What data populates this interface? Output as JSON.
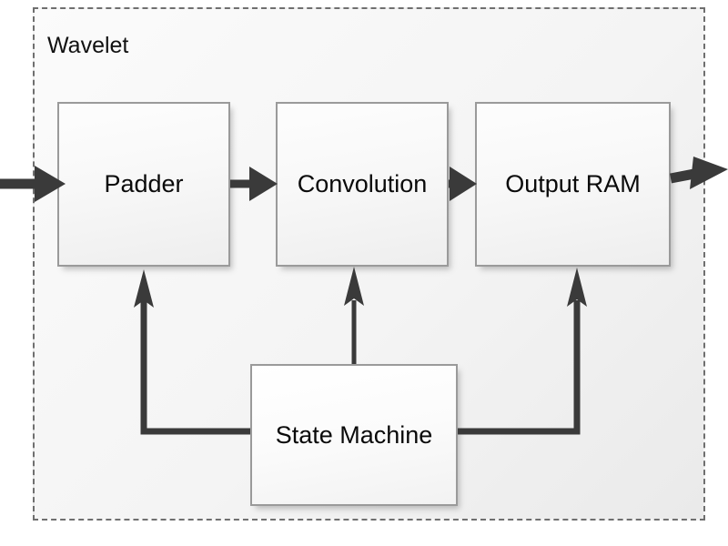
{
  "diagram": {
    "title": "Wavelet",
    "type": "block-diagram",
    "container": {
      "label": "Wavelet",
      "border_style": "dashed",
      "border_color": "#6f6f6f",
      "fill_color": "#f4f4f4"
    },
    "blocks": [
      {
        "id": "padder",
        "label": "Padder",
        "row": "datapath"
      },
      {
        "id": "convolution",
        "label": "Convolution",
        "row": "datapath"
      },
      {
        "id": "output_ram",
        "label": "Output RAM",
        "row": "datapath"
      },
      {
        "id": "state_machine",
        "label": "State Machine",
        "row": "control"
      }
    ],
    "connections": [
      {
        "from": "external-input",
        "to": "padder",
        "kind": "data",
        "style": "arrow"
      },
      {
        "from": "padder",
        "to": "convolution",
        "kind": "data",
        "style": "arrow"
      },
      {
        "from": "convolution",
        "to": "output_ram",
        "kind": "data",
        "style": "arrow"
      },
      {
        "from": "output_ram",
        "to": "external-output",
        "kind": "data",
        "style": "arrow"
      },
      {
        "from": "state_machine",
        "to": "padder",
        "kind": "control",
        "style": "orthogonal-arrow"
      },
      {
        "from": "state_machine",
        "to": "convolution",
        "kind": "control",
        "style": "straight-arrow"
      },
      {
        "from": "state_machine",
        "to": "output_ram",
        "kind": "control",
        "style": "orthogonal-arrow"
      }
    ],
    "colors": {
      "arrow": "#3a3a3a",
      "block_border": "#9a9a9a",
      "block_fill": "#f8f8f8",
      "text": "#0a0a0a"
    }
  }
}
